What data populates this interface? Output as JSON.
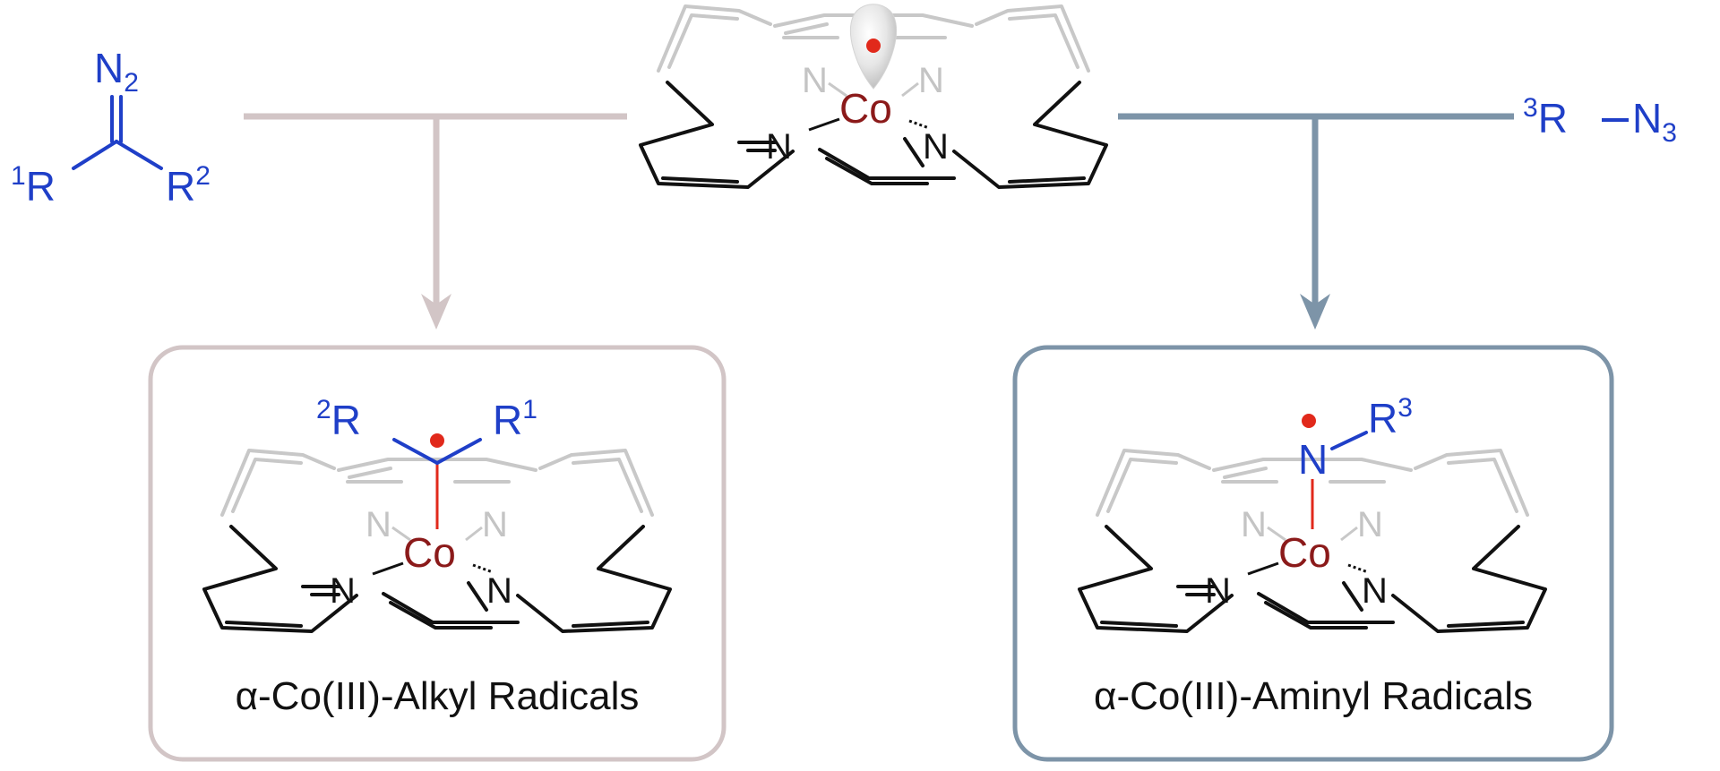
{
  "colors": {
    "reagent_blue": "#1f3fc8",
    "cobalt": "#8b1a1a",
    "radical_dot": "#e1291b",
    "alkyl_pathway": "#d2c5c6",
    "aminyl_pathway": "#7d94a8",
    "ring_back": "#c8c8c8",
    "ring_front": "#111111"
  },
  "center_complex": {
    "metal": "Co",
    "front_n_left": "N",
    "front_n_right": "N",
    "back_n_left": "N",
    "back_n_right": "N",
    "orbital": "metalloradical-orbital"
  },
  "left_reagent": {
    "top_atom": "N",
    "top_subscript": "2",
    "left_sup": "1",
    "left_atom": "R",
    "right_atom": "R",
    "right_sup": "2"
  },
  "right_reagent": {
    "r_sup": "3",
    "r_atom": "R",
    "bond": "—",
    "n_atom": "N",
    "n_subscript": "3"
  },
  "left_product": {
    "left_sup": "2",
    "left_atom": "R",
    "right_atom": "R",
    "right_sup": "1",
    "metal": "Co",
    "n_front_left": "N",
    "n_front_right": "N",
    "n_back_left": "N",
    "n_back_right": "N",
    "caption": "α-Co(III)-Alkyl Radicals"
  },
  "right_product": {
    "n_atom": "N",
    "r_atom": "R",
    "r_sup": "3",
    "metal": "Co",
    "n_front_left": "N",
    "n_front_right": "N",
    "n_back_left": "N",
    "n_back_right": "N",
    "caption": "α-Co(III)-Aminyl Radicals"
  }
}
